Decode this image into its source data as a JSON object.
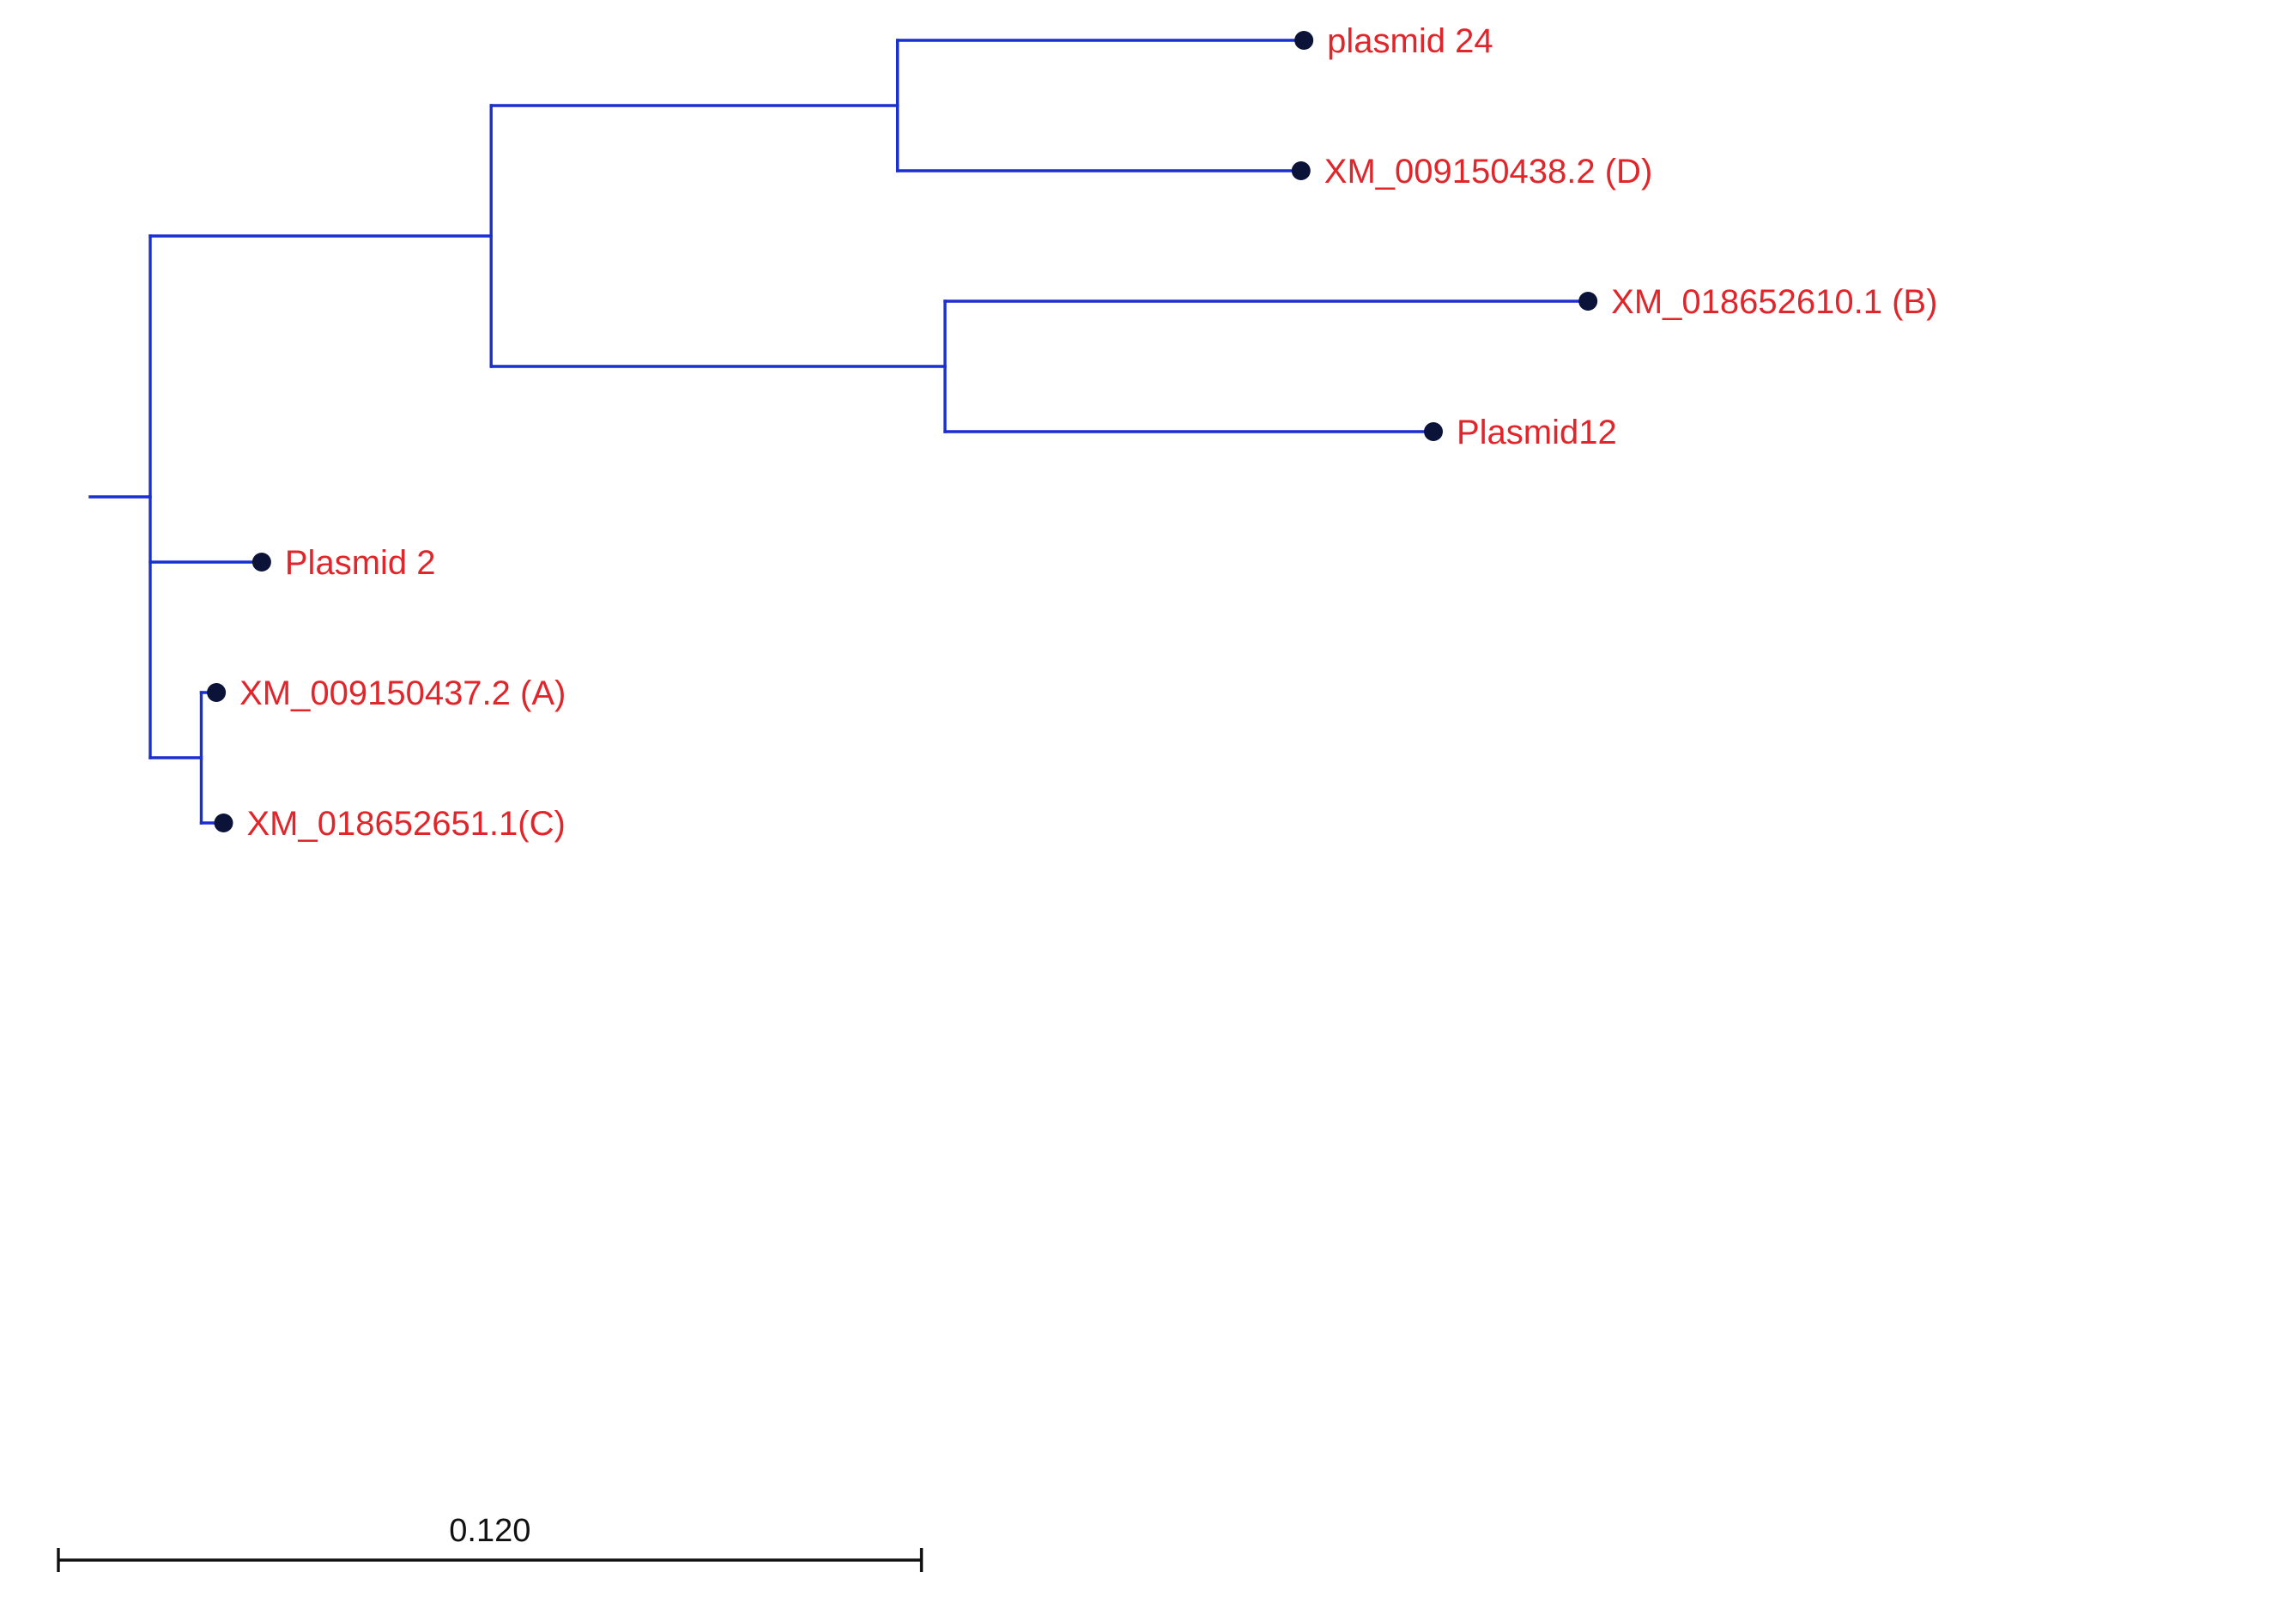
{
  "tree": {
    "colors": {
      "branch": "#1a2fd0",
      "node": "#0b1438",
      "label": "#e0262b",
      "scale_bar": "#111111"
    },
    "leaves": [
      {
        "id": "plasmid24",
        "label": "plasmid 24"
      },
      {
        "id": "xm009150438",
        "label": "XM_009150438.2 (D)"
      },
      {
        "id": "xm018652610",
        "label": "XM_018652610.1 (B)"
      },
      {
        "id": "plasmid12",
        "label": "Plasmid12"
      },
      {
        "id": "plasmid2",
        "label": "Plasmid 2"
      },
      {
        "id": "xm009150437",
        "label": "XM_009150437.2 (A)"
      },
      {
        "id": "xm018652651",
        "label": "XM_018652651.1(C)"
      }
    ],
    "newick": "(((plasmid24:0.0565,xm009150438:0.0561):0.0565,(xm018652610:0.0894,plasmid12:0.0679):0.0631):0.0474,plasmid2:0.0155,(xm009150437:0.0021,xm018652651:0.0031):0.0071);",
    "scale_bar": {
      "value": 0.12,
      "label": "0.120"
    }
  }
}
